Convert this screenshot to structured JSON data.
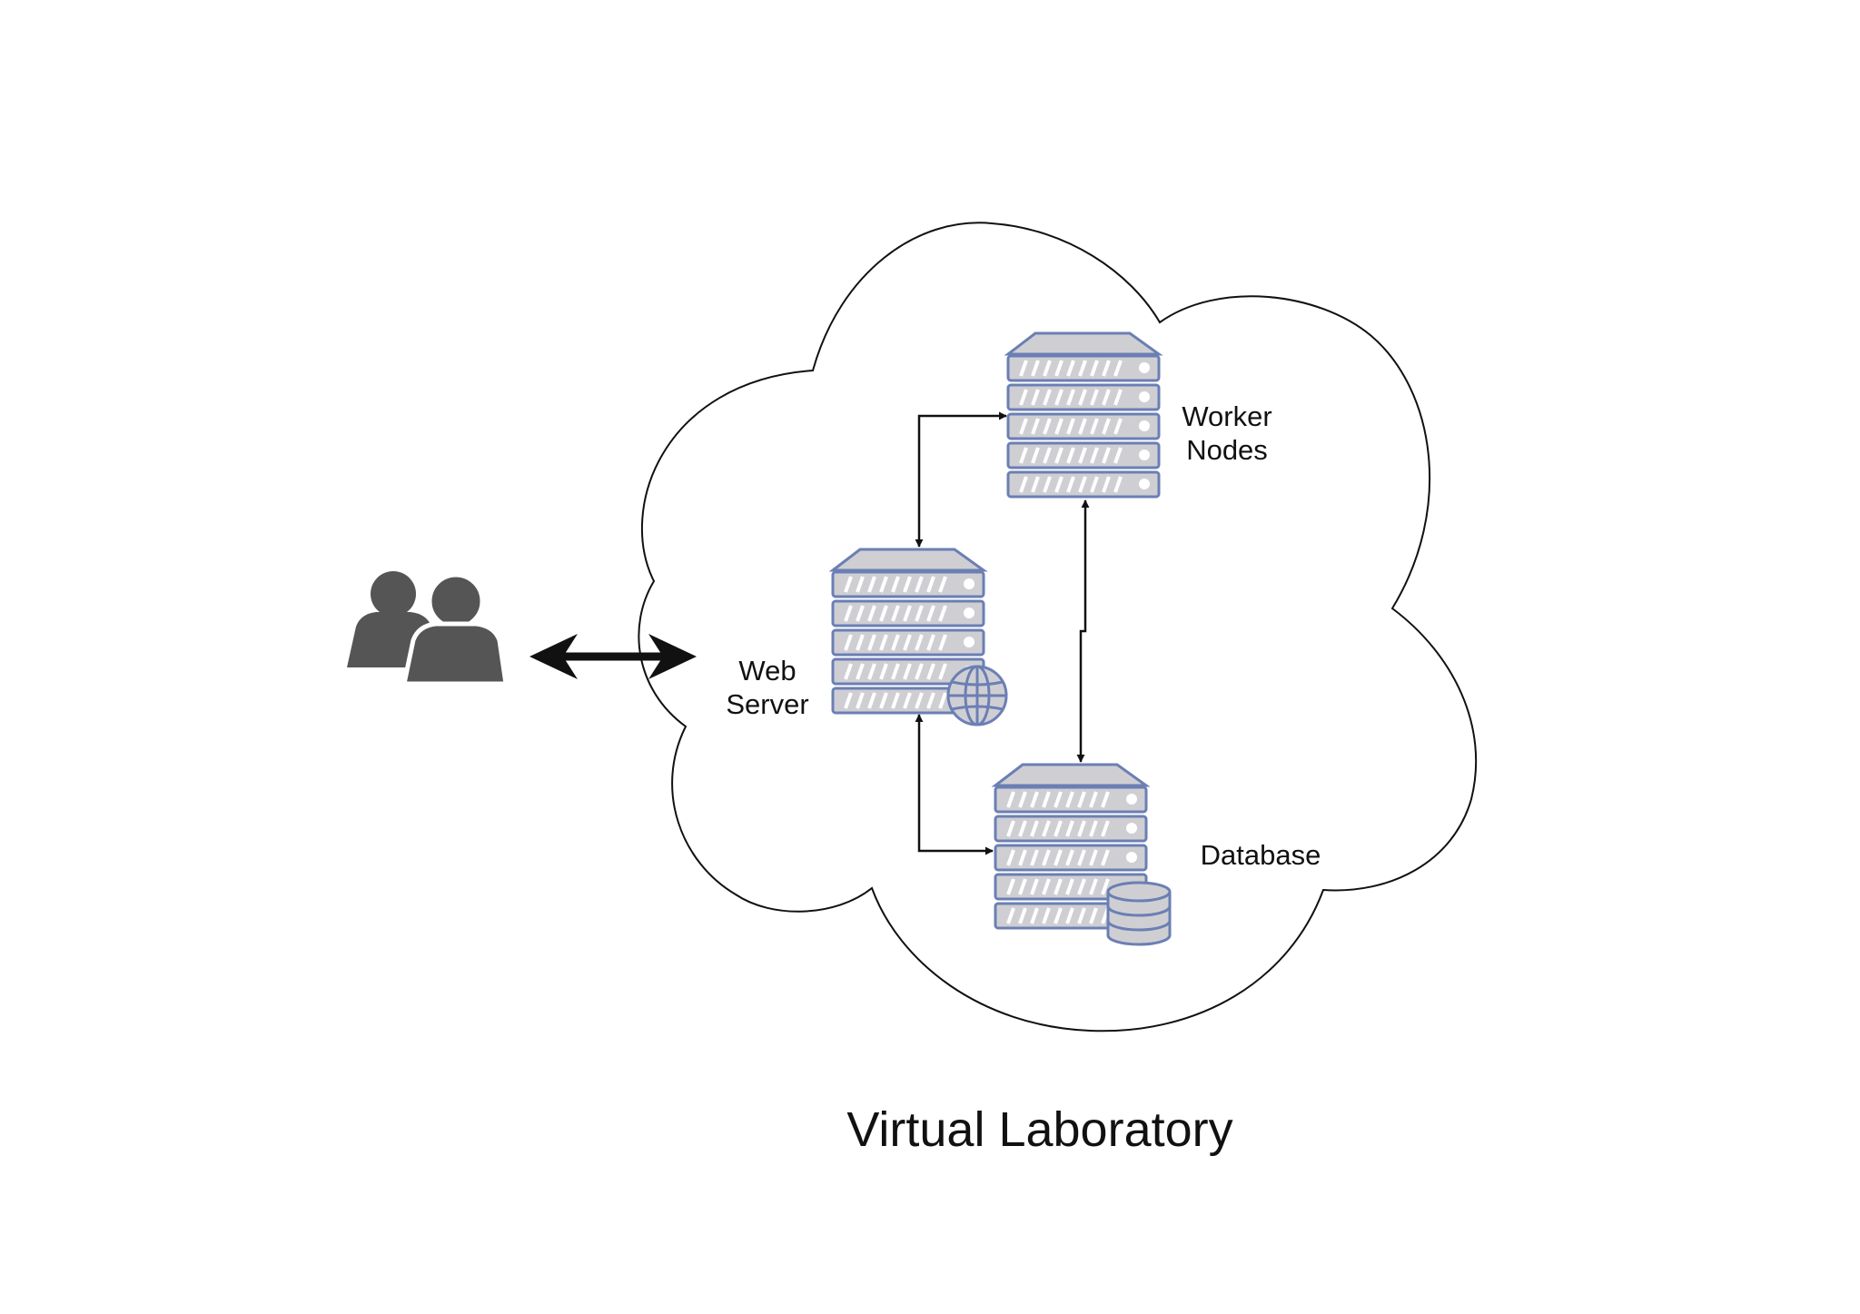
{
  "title": "Virtual Laboratory",
  "nodes": {
    "web_server": {
      "label_line1": "Web",
      "label_line2": "Server",
      "badge_icon": "globe-icon"
    },
    "worker_nodes": {
      "label_line1": "Worker",
      "label_line2": "Nodes"
    },
    "database": {
      "label": "Database",
      "badge_icon": "database-cylinder-icon"
    }
  },
  "users": {
    "icon": "users-group-icon"
  },
  "colors": {
    "server_fill": "#cfcfd3",
    "server_stroke": "#6b7fb4",
    "users_fill": "#555555",
    "line": "#111111"
  }
}
